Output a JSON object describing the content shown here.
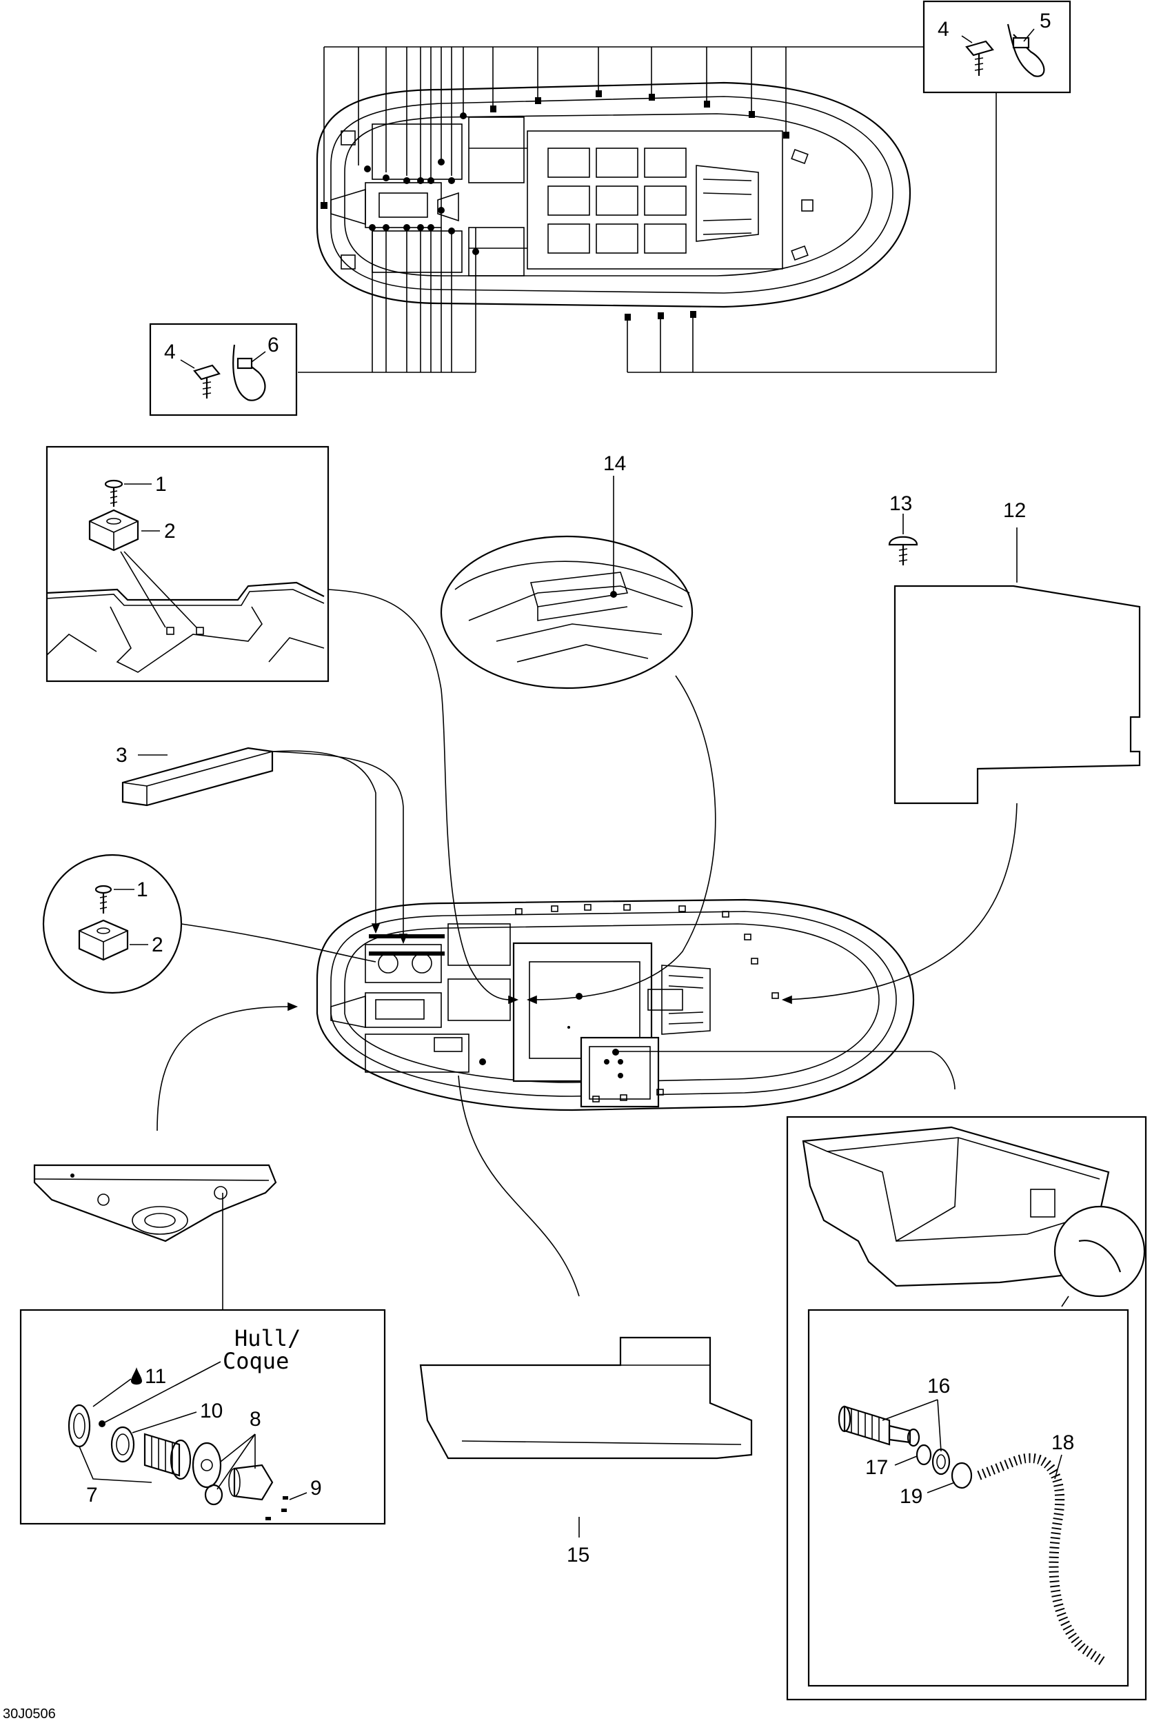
{
  "diagram_code": "30J0506",
  "hull_label": {
    "line1": "Hull/",
    "line2": "Coque"
  },
  "callouts": {
    "c1": "1",
    "c2": "2",
    "c3": "3",
    "c4": "4",
    "c5": "5",
    "c6": "6",
    "c7": "7",
    "c8": "8",
    "c9": "9",
    "c10": "10",
    "c11": "11",
    "c12": "12",
    "c13": "13",
    "c14": "14",
    "c15": "15",
    "c16": "16",
    "c17": "17",
    "c18": "18",
    "c19": "19"
  }
}
